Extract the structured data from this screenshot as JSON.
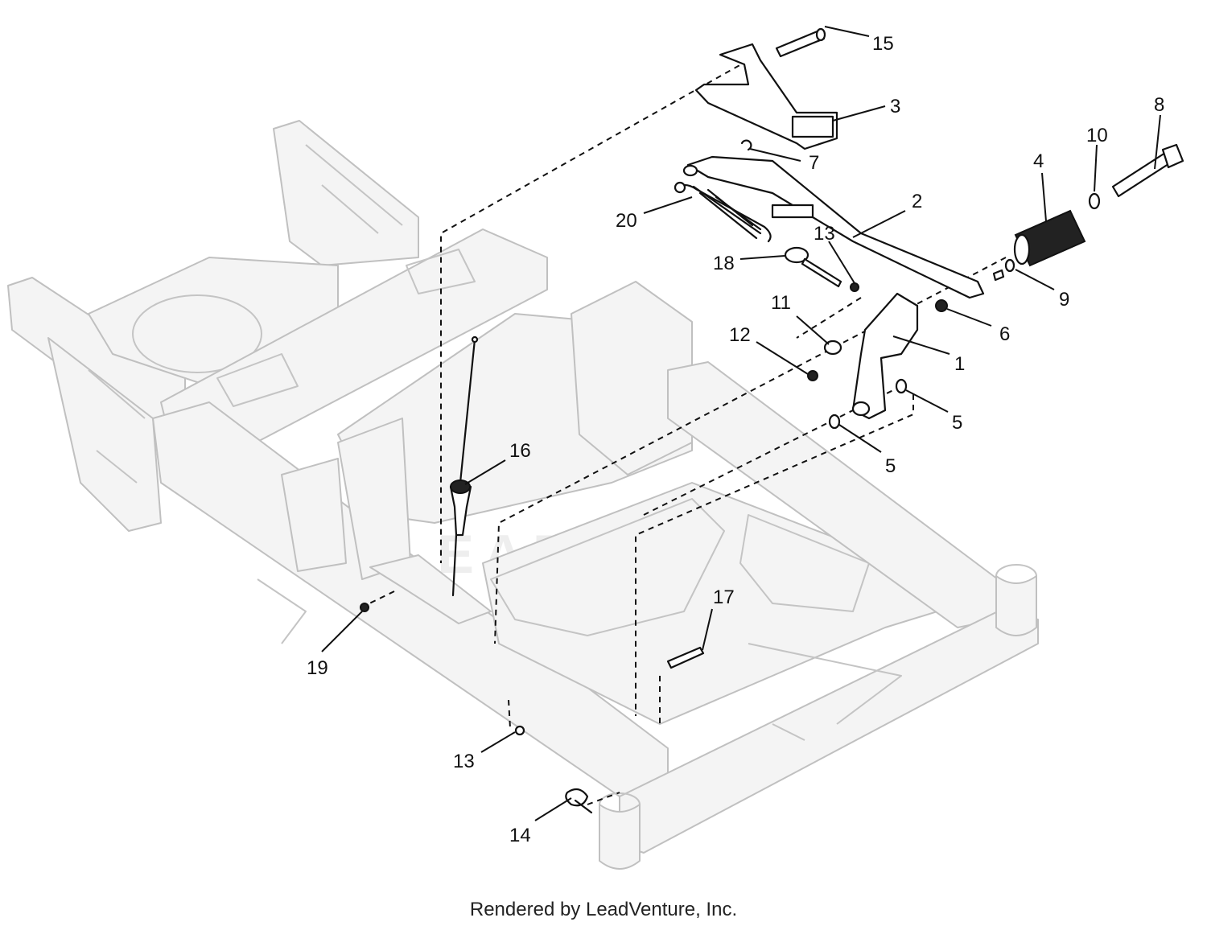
{
  "footer_text": "Rendered by LeadVenture, Inc.",
  "watermark_text": "LEADVENTURE",
  "callouts": {
    "c1": "1",
    "c2": "2",
    "c3": "3",
    "c4": "4",
    "c5a": "5",
    "c5b": "5",
    "c6": "6",
    "c7": "7",
    "c8": "8",
    "c9": "9",
    "c10": "10",
    "c11": "11",
    "c12": "12",
    "c13a": "13",
    "c13b": "13",
    "c14": "14",
    "c15": "15",
    "c16": "16",
    "c17": "17",
    "c18": "18",
    "c19": "19",
    "c20": "20"
  },
  "colors": {
    "line": "#111111",
    "frame": "#c4c4c4",
    "watermark": "#eeeeee"
  }
}
